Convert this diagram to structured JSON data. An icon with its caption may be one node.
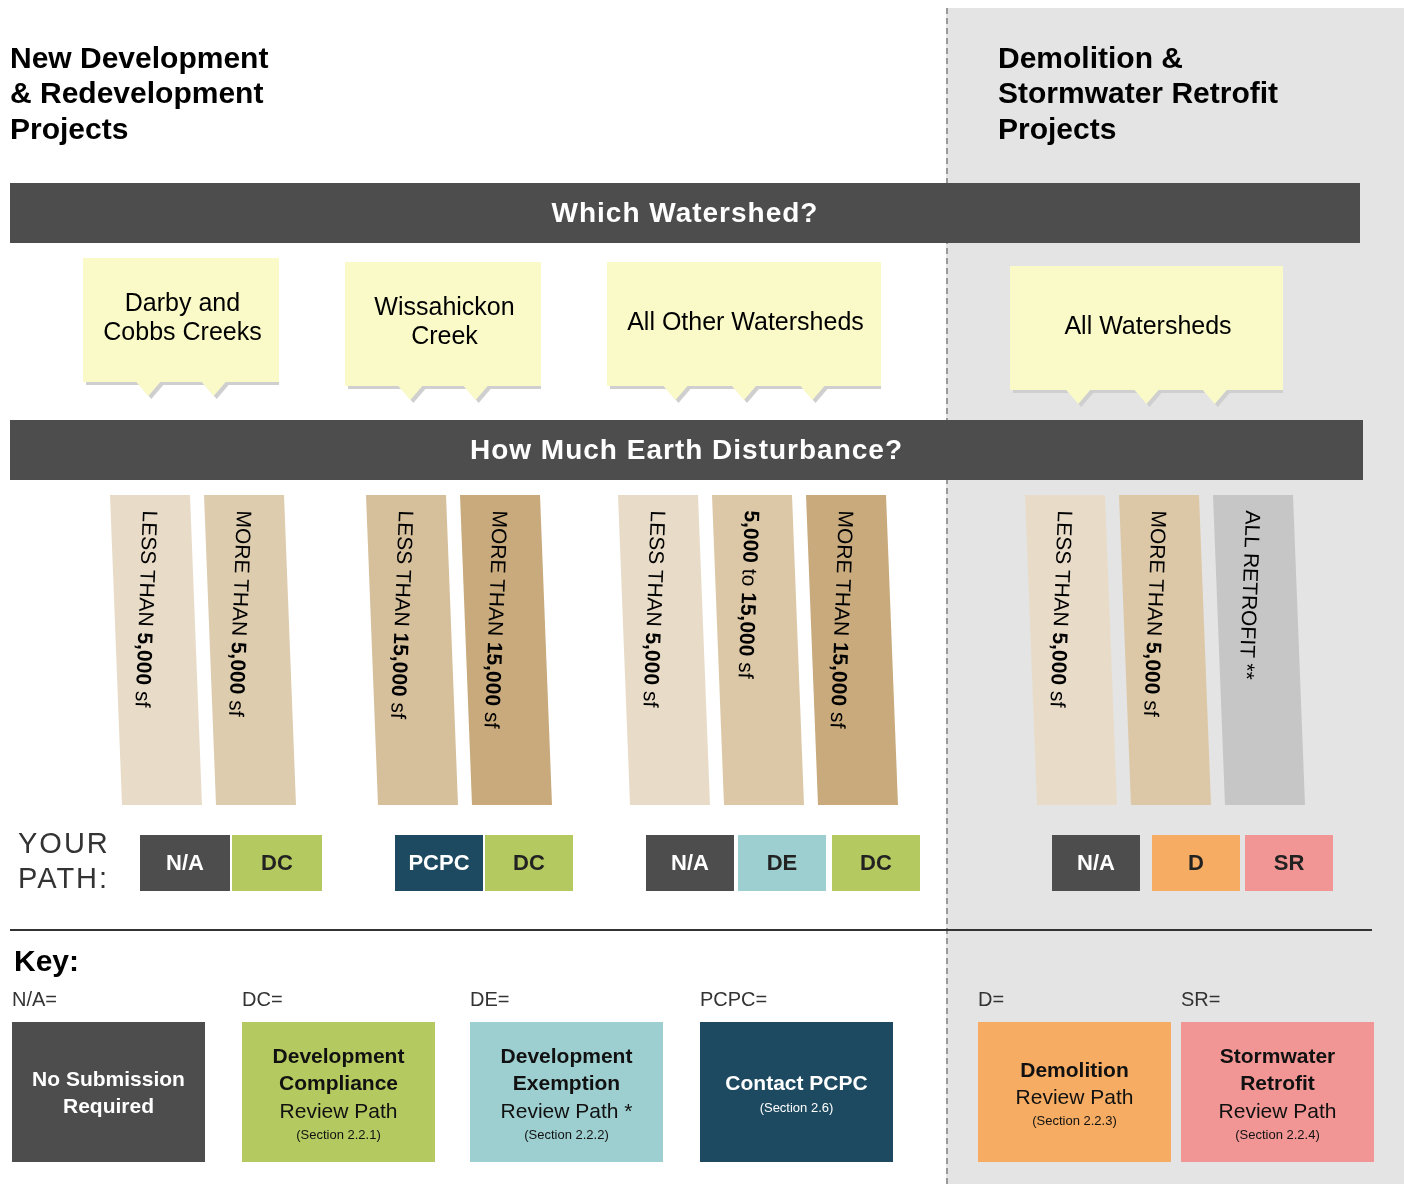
{
  "diagram": {
    "nodes": [
      {
        "text": [
          "Which Watershed?"
        ]
      },
      {
        "text": [
          "Darby and Cobbs Creeks"
        ]
      },
      {
        "text": [
          "Wissahickon Creek"
        ]
      },
      {
        "text": [
          "All Other Watersheds"
        ]
      },
      {
        "text": [
          "All Watersheds"
        ]
      },
      {
        "text": [
          "How Much Earth Disturbance?"
        ]
      },
      {
        "text": [
          "LESS THAN **5,000** sf"
        ]
      },
      {
        "text": [
          "MORE THAN **5,000** sf"
        ]
      },
      {
        "text": [
          "LESS THAN **15,000** sf"
        ]
      },
      {
        "text": [
          "MORE THAN **15,000** sf"
        ]
      },
      {
        "text": [
          "LESS THAN **5,000** sf"
        ]
      },
      {
        "text": [
          "**5,000** to **15,000** sf"
        ]
      },
      {
        "text": [
          "MORE THAN **15,000** sf"
        ]
      },
      {
        "text": [
          "LESS THAN **5,000** sf"
        ]
      },
      {
        "text": [
          "MORE THAN **5,000** sf"
        ]
      },
      {
        "text": [
          "ALL RETROFIT **"
        ]
      },
      {
        "text": [
          "N/A"
        ]
      },
      {
        "text": [
          "DC"
        ]
      },
      {
        "text": [
          "PCPC"
        ]
      },
      {
        "text": [
          "DC"
        ]
      },
      {
        "text": [
          "N/A"
        ]
      },
      {
        "text": [
          "DE"
        ]
      },
      {
        "text": [
          "DC"
        ]
      },
      {
        "text": [
          "N/A"
        ]
      },
      {
        "text": [
          "D"
        ]
      },
      {
        "text": [
          "SR"
        ]
      },
      {
        "text": [
          "No Submission Required"
        ],
        "beside": [
          "N/A="
        ]
      },
      {
        "text": [
          "Development Compliance",
          "Review Path",
          "(Section 2.2.1)"
        ],
        "beside": [
          "DC="
        ]
      },
      {
        "text": [
          "Development Exemption",
          "Review Path *",
          "(Section 2.2.2)"
        ],
        "beside": [
          "DE="
        ]
      },
      {
        "text": [
          "Contact PCPC",
          "(Section 2.6)"
        ],
        "beside": [
          "PCPC="
        ]
      },
      {
        "text": [
          "Demolition",
          "Review Path",
          "(Section 2.2.3)"
        ],
        "beside": [
          "D="
        ]
      },
      {
        "text": [
          "Stormwater Retrofit",
          "Review Path",
          "(Section 2.2.4)"
        ],
        "beside": [
          "SR="
        ]
      }
    ],
    "labels": [
      "New Development & Redevelopment Projects",
      "Demolition & Stormwater Retrofit Projects",
      "YOUR PATH:",
      "Key:"
    ]
  }
}
